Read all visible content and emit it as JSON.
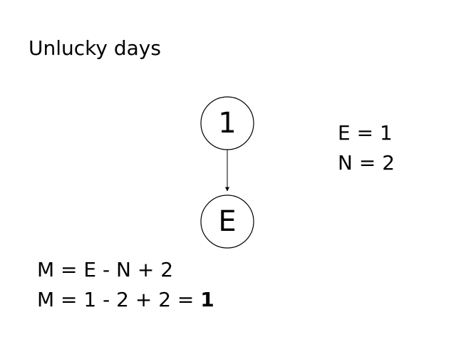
{
  "title": "Unlucky days",
  "graph": {
    "nodes": [
      {
        "id": "1",
        "label": "1"
      },
      {
        "id": "E",
        "label": "E"
      }
    ],
    "edges": [
      {
        "from": "1",
        "to": "E"
      }
    ]
  },
  "variables": [
    {
      "text": "E = 1"
    },
    {
      "text": "N = 2"
    }
  ],
  "formulas": {
    "line1": "M = E - N + 2",
    "line2_prefix": "M = 1 - 2 + 2 = ",
    "line2_result": "1"
  }
}
